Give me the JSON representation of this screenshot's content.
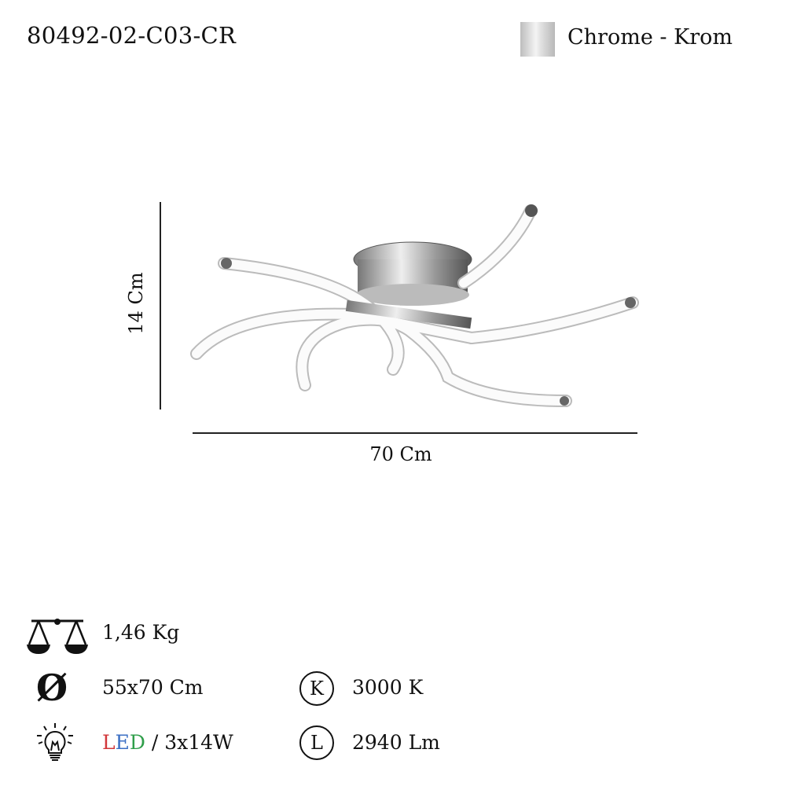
{
  "product": {
    "code": "80492-02-C03-CR"
  },
  "finish": {
    "label": "Chrome - Krom",
    "swatch_color": "#d9d9d9",
    "swatch_icon": "chrome-swatch"
  },
  "dimensions": {
    "height_label": "14 Cm",
    "width_label": "70 Cm"
  },
  "specs": {
    "weight": {
      "icon": "scale-icon",
      "value": "1,46 Kg"
    },
    "diameter": {
      "icon": "diameter-icon",
      "symbol": "Ø",
      "value": "55x70 Cm"
    },
    "light": {
      "icon": "bulb-icon",
      "led_letters": [
        "L",
        "E",
        "D"
      ],
      "led_colors": [
        "#d2373a",
        "#3b6fc4",
        "#2f9e4a"
      ],
      "value": "/ 3x14W"
    },
    "color_temp": {
      "icon_letter": "K",
      "value": "3000 K"
    },
    "lumen": {
      "icon_letter": "L",
      "value": "2940 Lm"
    }
  }
}
